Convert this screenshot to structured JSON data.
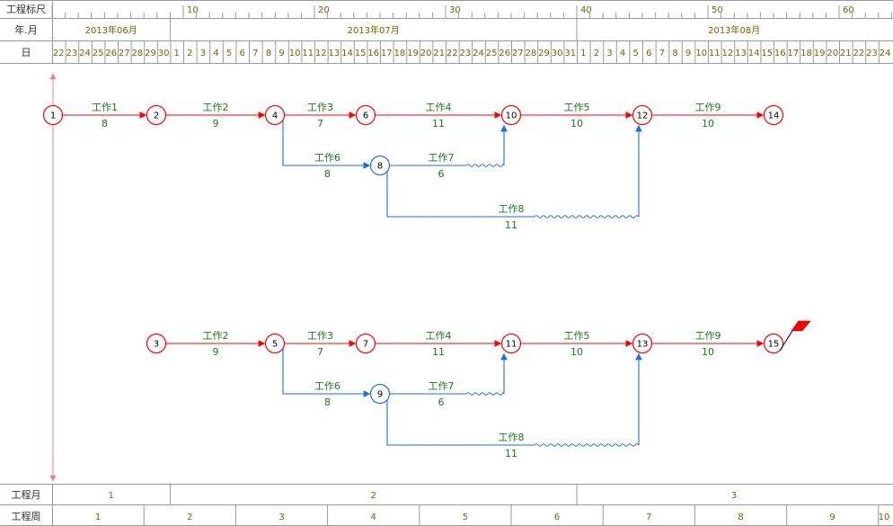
{
  "header": {
    "ruler_label": "工程标尺",
    "yearmonth_label": "年.月",
    "day_label": "日",
    "ruler_ticks": [
      "10",
      "20",
      "30",
      "40",
      "50",
      "60"
    ],
    "months": [
      "2013年06月",
      "2013年07月",
      "2013年08月"
    ],
    "days": [
      "22",
      "23",
      "24",
      "25",
      "26",
      "27",
      "28",
      "29",
      "30",
      "1",
      "2",
      "3",
      "4",
      "5",
      "6",
      "7",
      "8",
      "9",
      "10",
      "11",
      "12",
      "13",
      "14",
      "15",
      "16",
      "17",
      "18",
      "19",
      "20",
      "21",
      "22",
      "23",
      "24",
      "25",
      "26",
      "27",
      "28",
      "29",
      "30",
      "31",
      "1",
      "2",
      "3",
      "4",
      "5",
      "6",
      "7",
      "8",
      "9",
      "10",
      "11",
      "12",
      "13",
      "14",
      "15",
      "16",
      "17",
      "18",
      "19",
      "20",
      "21",
      "22",
      "23",
      "24"
    ]
  },
  "footer": {
    "month_label": "工程月",
    "week_label": "工程周",
    "months": [
      "1",
      "2",
      "3"
    ],
    "weeks": [
      "1",
      "2",
      "3",
      "4",
      "5",
      "6",
      "7",
      "8",
      "9",
      "10"
    ]
  },
  "colors": {
    "critical": "#ff0000",
    "normal": "#1e6fe0",
    "label": "#1a7a1a",
    "grid": "#999999",
    "olive": "#806000"
  },
  "networks": [
    {
      "nodes": [
        {
          "id": "1",
          "type": "critical"
        },
        {
          "id": "2",
          "type": "critical"
        },
        {
          "id": "4",
          "type": "critical"
        },
        {
          "id": "6",
          "type": "critical"
        },
        {
          "id": "10",
          "type": "critical"
        },
        {
          "id": "12",
          "type": "critical"
        },
        {
          "id": "14",
          "type": "critical"
        },
        {
          "id": "8",
          "type": "normal"
        }
      ],
      "activities": [
        {
          "name": "工作1",
          "duration": "8",
          "type": "critical"
        },
        {
          "name": "工作2",
          "duration": "9",
          "type": "critical"
        },
        {
          "name": "工作3",
          "duration": "7",
          "type": "critical"
        },
        {
          "name": "工作4",
          "duration": "11",
          "type": "critical"
        },
        {
          "name": "工作5",
          "duration": "10",
          "type": "critical"
        },
        {
          "name": "工作9",
          "duration": "10",
          "type": "critical"
        },
        {
          "name": "工作6",
          "duration": "8",
          "type": "normal"
        },
        {
          "name": "工作7",
          "duration": "6",
          "type": "normal"
        },
        {
          "name": "工作8",
          "duration": "11",
          "type": "normal"
        }
      ]
    },
    {
      "nodes": [
        {
          "id": "3",
          "type": "critical"
        },
        {
          "id": "5",
          "type": "critical"
        },
        {
          "id": "7",
          "type": "critical"
        },
        {
          "id": "11",
          "type": "critical"
        },
        {
          "id": "13",
          "type": "critical"
        },
        {
          "id": "15",
          "type": "critical"
        },
        {
          "id": "9",
          "type": "normal"
        }
      ],
      "activities": [
        {
          "name": "工作2",
          "duration": "9",
          "type": "critical"
        },
        {
          "name": "工作3",
          "duration": "7",
          "type": "critical"
        },
        {
          "name": "工作4",
          "duration": "11",
          "type": "critical"
        },
        {
          "name": "工作5",
          "duration": "10",
          "type": "critical"
        },
        {
          "name": "工作9",
          "duration": "10",
          "type": "critical"
        },
        {
          "name": "工作6",
          "duration": "8",
          "type": "normal"
        },
        {
          "name": "工作7",
          "duration": "6",
          "type": "normal"
        },
        {
          "name": "工作8",
          "duration": "11",
          "type": "normal"
        }
      ]
    }
  ]
}
